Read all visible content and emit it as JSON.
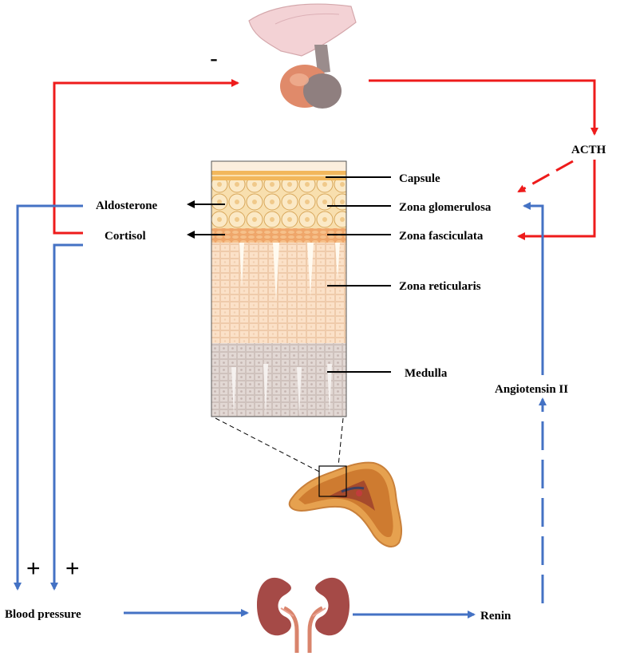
{
  "labels": {
    "acth": "ACTH",
    "capsule": "Capsule",
    "zona_glomerulosa": "Zona glomerulosa",
    "zona_fasciculata": "Zona fasciculata",
    "zona_reticularis": "Zona reticularis",
    "medulla": "Medulla",
    "aldosterone": "Aldosterone",
    "cortisol": "Cortisol",
    "angiotensin_ii": "Angiotensin II",
    "blood_pressure": "Blood  pressure",
    "renin": "Renin"
  },
  "signs": {
    "negative_feedback": "-",
    "plus_aldosterone": "+",
    "plus_cortisol": "+"
  },
  "colors": {
    "red_arrow": "#ee1b1b",
    "blue_arrow": "#4472c4",
    "kidney": "#a54a47",
    "pituitary": "#e08a6a",
    "adrenal_cortex": "#d9903a"
  },
  "icons": [
    "pituitary-gland-icon",
    "adrenal-gland-icon",
    "kidneys-icon"
  ]
}
